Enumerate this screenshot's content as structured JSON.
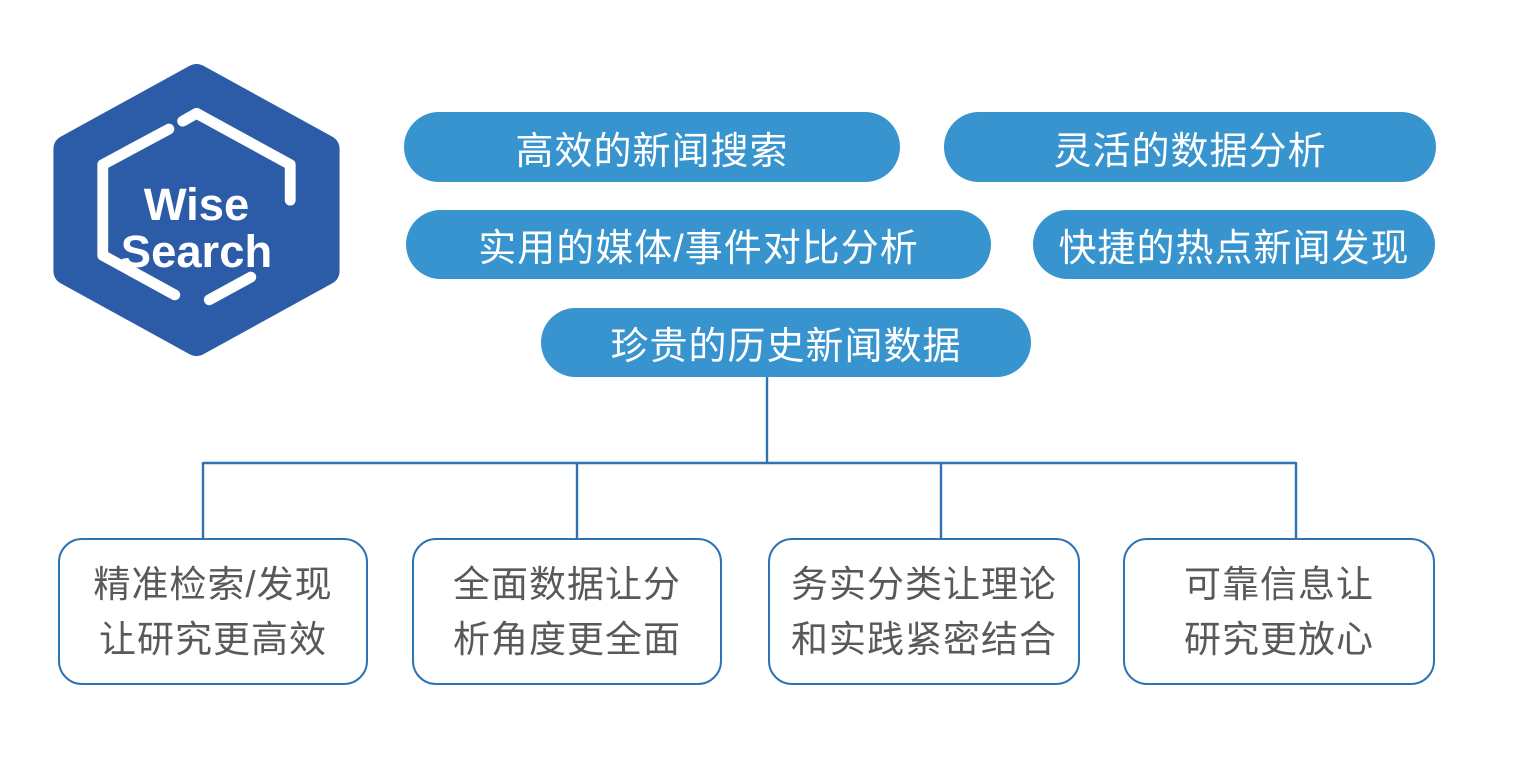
{
  "logo": {
    "name": "Wise Search",
    "line1": "Wise",
    "line2": "Search"
  },
  "features": [
    {
      "label": "高效的新闻搜索"
    },
    {
      "label": "灵活的数据分析"
    },
    {
      "label": "实用的媒体/事件对比分析"
    },
    {
      "label": "快捷的热点新闻发现"
    },
    {
      "label": "珍贵的历史新闻数据"
    }
  ],
  "benefits": [
    {
      "line1": "精准检索/发现",
      "line2": "让研究更高效"
    },
    {
      "line1": "全面数据让分",
      "line2": "析角度更全面"
    },
    {
      "line1": "务实分类让理论",
      "line2": "和实践紧密结合"
    },
    {
      "line1": "可靠信息让",
      "line2": "研究更放心"
    }
  ],
  "colors": {
    "bg": "#ffffff",
    "logo-blue": "#2C5CA8",
    "pill-blue": "#3894CF",
    "line-blue": "#2E74B5",
    "box-text": "#595959"
  }
}
